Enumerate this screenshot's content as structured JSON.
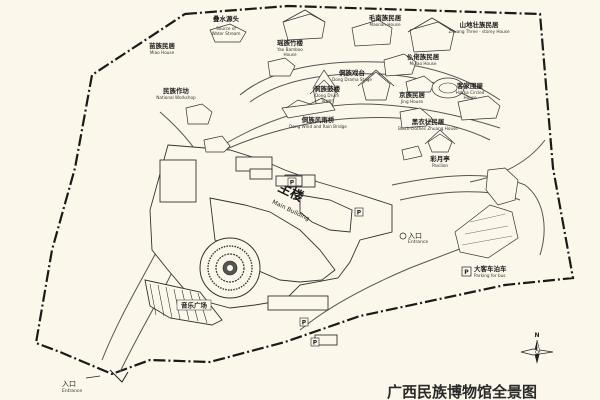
{
  "map_title": "广西民族博物馆全景图",
  "main_building": {
    "cn": "主楼",
    "en": "Main Building"
  },
  "music_square": {
    "cn": "音乐广场"
  },
  "entrance_main": {
    "cn": "入口",
    "en": "Entrance"
  },
  "entrance_small": {
    "cn": "入口",
    "en": "Entrance"
  },
  "compass": {
    "label": "N"
  },
  "parking_bus": {
    "cn": "大客车泊车",
    "en": "Parking for bus"
  },
  "parking_symbol": "P",
  "landmarks": [
    {
      "id": "water-stream",
      "cn": "叠水源头",
      "en1": "Source of",
      "en2": "Water Stream"
    },
    {
      "id": "maonan-house",
      "cn": "毛南族民居",
      "en1": "Maonan House",
      "en2": ""
    },
    {
      "id": "zhuang-three-storey",
      "cn": "山地壮族民居",
      "en1": "Zhuang Three - storey House",
      "en2": ""
    },
    {
      "id": "miao-house",
      "cn": "苗族民居",
      "en1": "Miao House",
      "en2": ""
    },
    {
      "id": "yao-bamboo",
      "cn": "瑶族竹楼",
      "en1": "Yao Bamboo",
      "en2": "House"
    },
    {
      "id": "mulao-house",
      "cn": "仫佬族民居",
      "en1": "Mulao House",
      "en2": ""
    },
    {
      "id": "national-workshop",
      "cn": "民族作坊",
      "en1": "National Workshop",
      "en2": ""
    },
    {
      "id": "dong-drama",
      "cn": "侗族戏台",
      "en1": "Dong Drama Stage",
      "en2": ""
    },
    {
      "id": "dong-drum",
      "cn": "侗族鼓楼",
      "en1": "Dong Drum",
      "en2": "Tower"
    },
    {
      "id": "jing-house",
      "cn": "京族民居",
      "en1": "Jing House",
      "en2": ""
    },
    {
      "id": "hakka-circled",
      "cn": "客家围屋",
      "en1": "Hakka Circled",
      "en2": "House"
    },
    {
      "id": "dong-bridge",
      "cn": "侗族风雨桥",
      "en1": "Dong Wind and Rain Bridge",
      "en2": ""
    },
    {
      "id": "black-zhuang",
      "cn": "黑衣壮民居",
      "en1": "Black-clothes Zhuang House",
      "en2": ""
    },
    {
      "id": "pavilion",
      "cn": "彩月亭",
      "en1": "Pavilion",
      "en2": ""
    }
  ]
}
